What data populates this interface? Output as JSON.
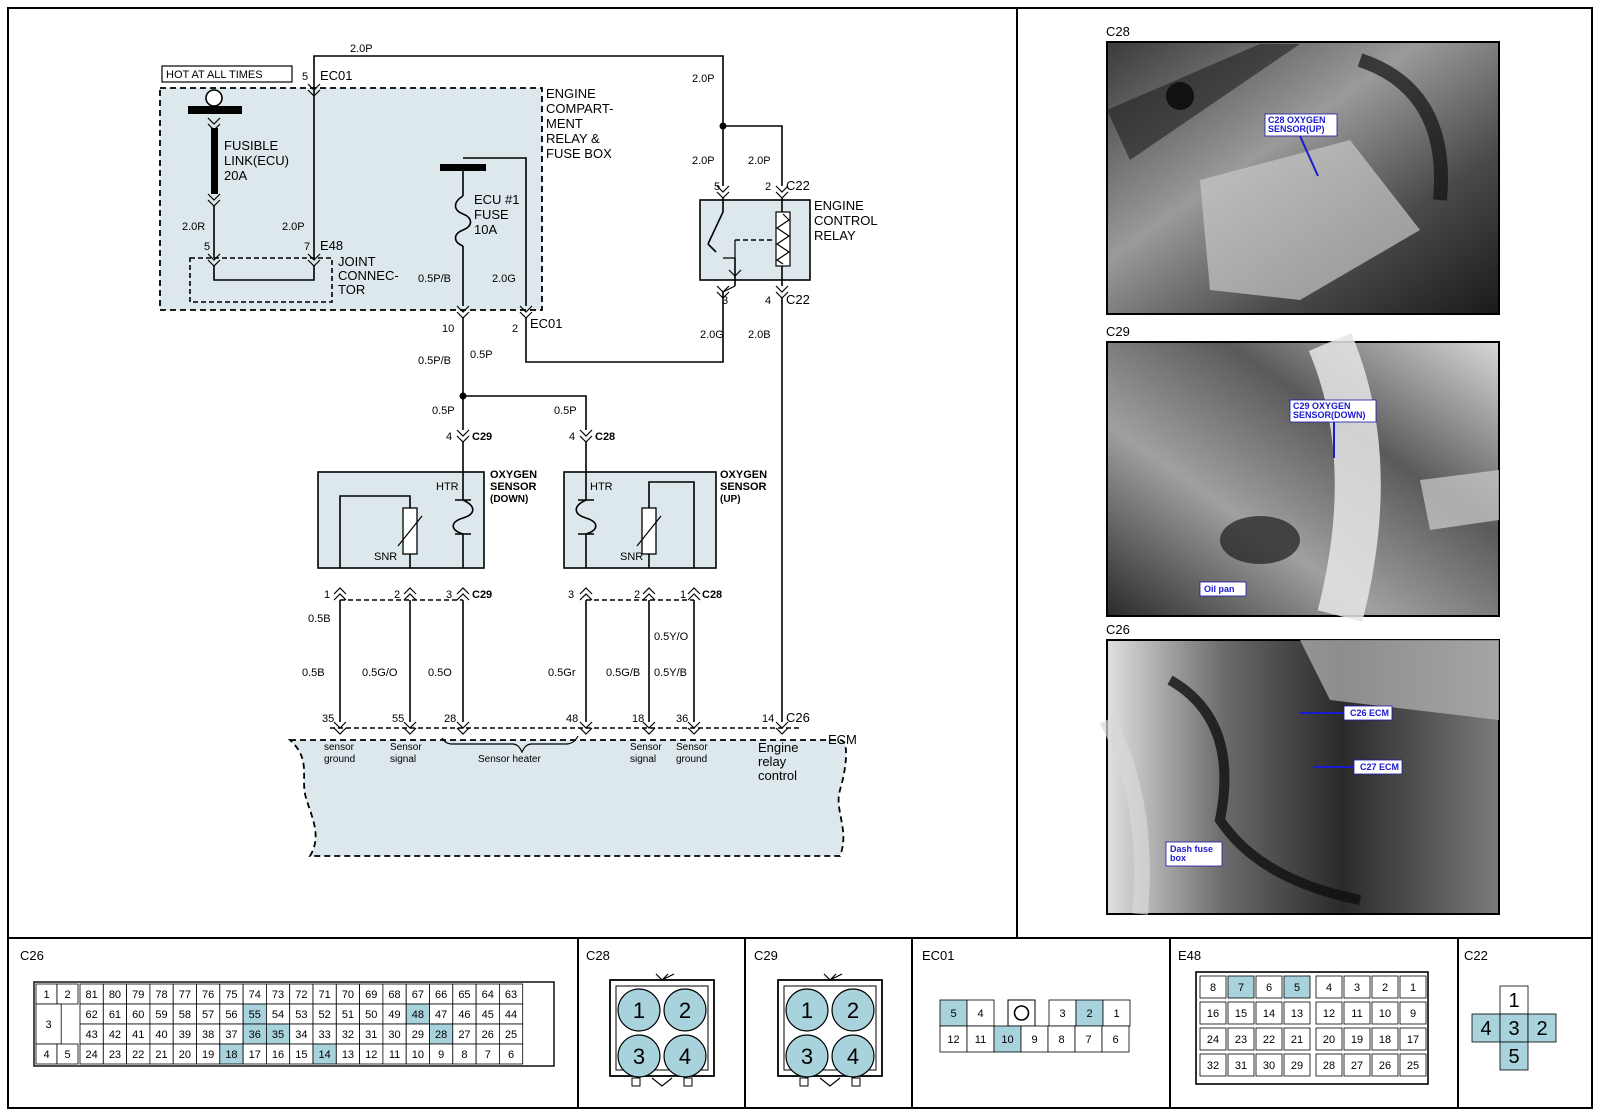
{
  "fuse_box": {
    "hot_label": "HOT AT ALL TIMES",
    "title": "ENGINE COMPART-\nMENT\nRELAY &\nFUSE BOX",
    "fusible_link": "FUSIBLE\nLINK(ECU)\n20A",
    "ecu_fuse": "ECU #1\nFUSE\n10A",
    "joint_connector": "JOINT\nCONNEC-\nTOR"
  },
  "connectors": {
    "ec01": "EC01",
    "e48": "E48",
    "c22": "C22",
    "c26": "C26",
    "c28": "C28",
    "c29": "C29",
    "ecm": "ECM"
  },
  "relay": {
    "title": "ENGINE\nCONTROL\nRELAY"
  },
  "sensors": {
    "down_title": "OXYGEN\nSENSOR\n(DOWN)",
    "up_title": "OXYGEN\nSENSOR\n(UP)",
    "htr": "HTR",
    "snr": "SNR"
  },
  "wires": {
    "w_2_0P": "2.0P",
    "w_2_0R": "2.0R",
    "w_2_0G": "2.0G",
    "w_2_0B": "2.0B",
    "w_0_5PB": "0.5P/B",
    "w_0_5P": "0.5P",
    "w_0_5B": "0.5B",
    "w_0_5GO": "0.5G/O",
    "w_0_5O": "0.5O",
    "w_0_5Gr": "0.5Gr",
    "w_0_5GB": "0.5G/B",
    "w_0_5YB": "0.5Y/B",
    "w_0_5YO": "0.5Y/O"
  },
  "pins": {
    "p5": "5",
    "p7": "7",
    "p10": "10",
    "p2": "2",
    "p3": "3",
    "p4": "4",
    "p1": "1",
    "p35": "35",
    "p55": "55",
    "p28": "28",
    "p48": "48",
    "p18": "18",
    "p36": "36",
    "p14": "14"
  },
  "ecm_labels": {
    "sensor_ground": "sensor\nground",
    "sensor_signal": "Sensor\nsignal",
    "sensor_heater": "Sensor heater",
    "sensor_signal2": "Sensor\nsignal",
    "sensor_ground2": "Sensor\nground",
    "engine_relay": "Engine\nrelay\ncontrol"
  },
  "photos": [
    {
      "title": "C28",
      "tags": [
        "C28 OXYGEN\nSENSOR(UP)"
      ]
    },
    {
      "title": "C29",
      "tags": [
        "C29 OXYGEN\nSENSOR(DOWN)",
        "Oil pan"
      ]
    },
    {
      "title": "C26",
      "tags": [
        "C26 ECM",
        "C27 ECM",
        "Dash fuse\nbox"
      ]
    }
  ],
  "connector_views": {
    "c26": {
      "title": "C26",
      "rows": [
        [
          "81",
          "80",
          "79",
          "78",
          "77",
          "76",
          "75",
          "74",
          "73",
          "72",
          "71",
          "70",
          "69",
          "68",
          "67",
          "66",
          "65",
          "64",
          "63"
        ],
        [
          "62",
          "61",
          "60",
          "59",
          "58",
          "57",
          "56",
          "55",
          "54",
          "53",
          "52",
          "51",
          "50",
          "49",
          "48",
          "47",
          "46",
          "45",
          "44"
        ],
        [
          "43",
          "42",
          "41",
          "40",
          "39",
          "38",
          "37",
          "36",
          "35",
          "34",
          "33",
          "32",
          "31",
          "30",
          "29",
          "28",
          "27",
          "26",
          "25"
        ],
        [
          "24",
          "23",
          "22",
          "21",
          "20",
          "19",
          "18",
          "17",
          "16",
          "15",
          "14",
          "13",
          "12",
          "11",
          "10",
          "9",
          "8",
          "7",
          "6"
        ]
      ],
      "left": [
        "1",
        "2",
        "3",
        "4",
        "5"
      ],
      "highlight": [
        "55",
        "48",
        "36",
        "35",
        "28",
        "18",
        "14"
      ]
    },
    "c28": {
      "title": "C28",
      "pins": [
        "1",
        "2",
        "3",
        "4"
      ]
    },
    "c29": {
      "title": "C29",
      "pins": [
        "1",
        "2",
        "3",
        "4"
      ]
    },
    "ec01": {
      "title": "EC01",
      "top": [
        "5",
        "4",
        "O",
        "3",
        "2",
        "1"
      ],
      "bottom": [
        "12",
        "11",
        "10",
        "9",
        "8",
        "7",
        "6"
      ],
      "highlight": [
        "5",
        "2",
        "10"
      ]
    },
    "e48": {
      "title": "E48",
      "rows": [
        [
          "8",
          "7",
          "6",
          "5",
          "4",
          "3",
          "2",
          "1"
        ],
        [
          "16",
          "15",
          "14",
          "13",
          "12",
          "11",
          "10",
          "9"
        ],
        [
          "24",
          "23",
          "22",
          "21",
          "20",
          "19",
          "18",
          "17"
        ],
        [
          "32",
          "31",
          "30",
          "29",
          "28",
          "27",
          "26",
          "25"
        ]
      ],
      "highlight": [
        "7",
        "5"
      ]
    },
    "c22": {
      "title": "C22",
      "pins": [
        "1",
        "4",
        "3",
        "2",
        "5"
      ]
    }
  }
}
